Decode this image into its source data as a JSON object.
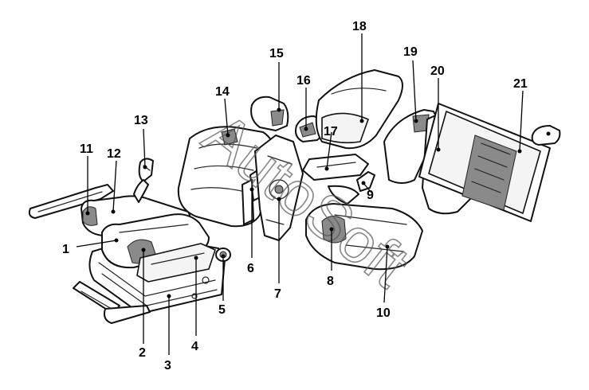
{
  "callouts": [
    "1",
    "2",
    "3",
    "4",
    "5",
    "6",
    "7",
    "8",
    "9",
    "10",
    "11",
    "12",
    "13",
    "14",
    "15",
    "16",
    "17",
    "18",
    "19",
    "20",
    "21"
  ],
  "watermark": {
    "text": "AutoSoft"
  },
  "colors": {
    "line": "#111111",
    "shade": "#8a8a8a",
    "background": "#ffffff"
  }
}
